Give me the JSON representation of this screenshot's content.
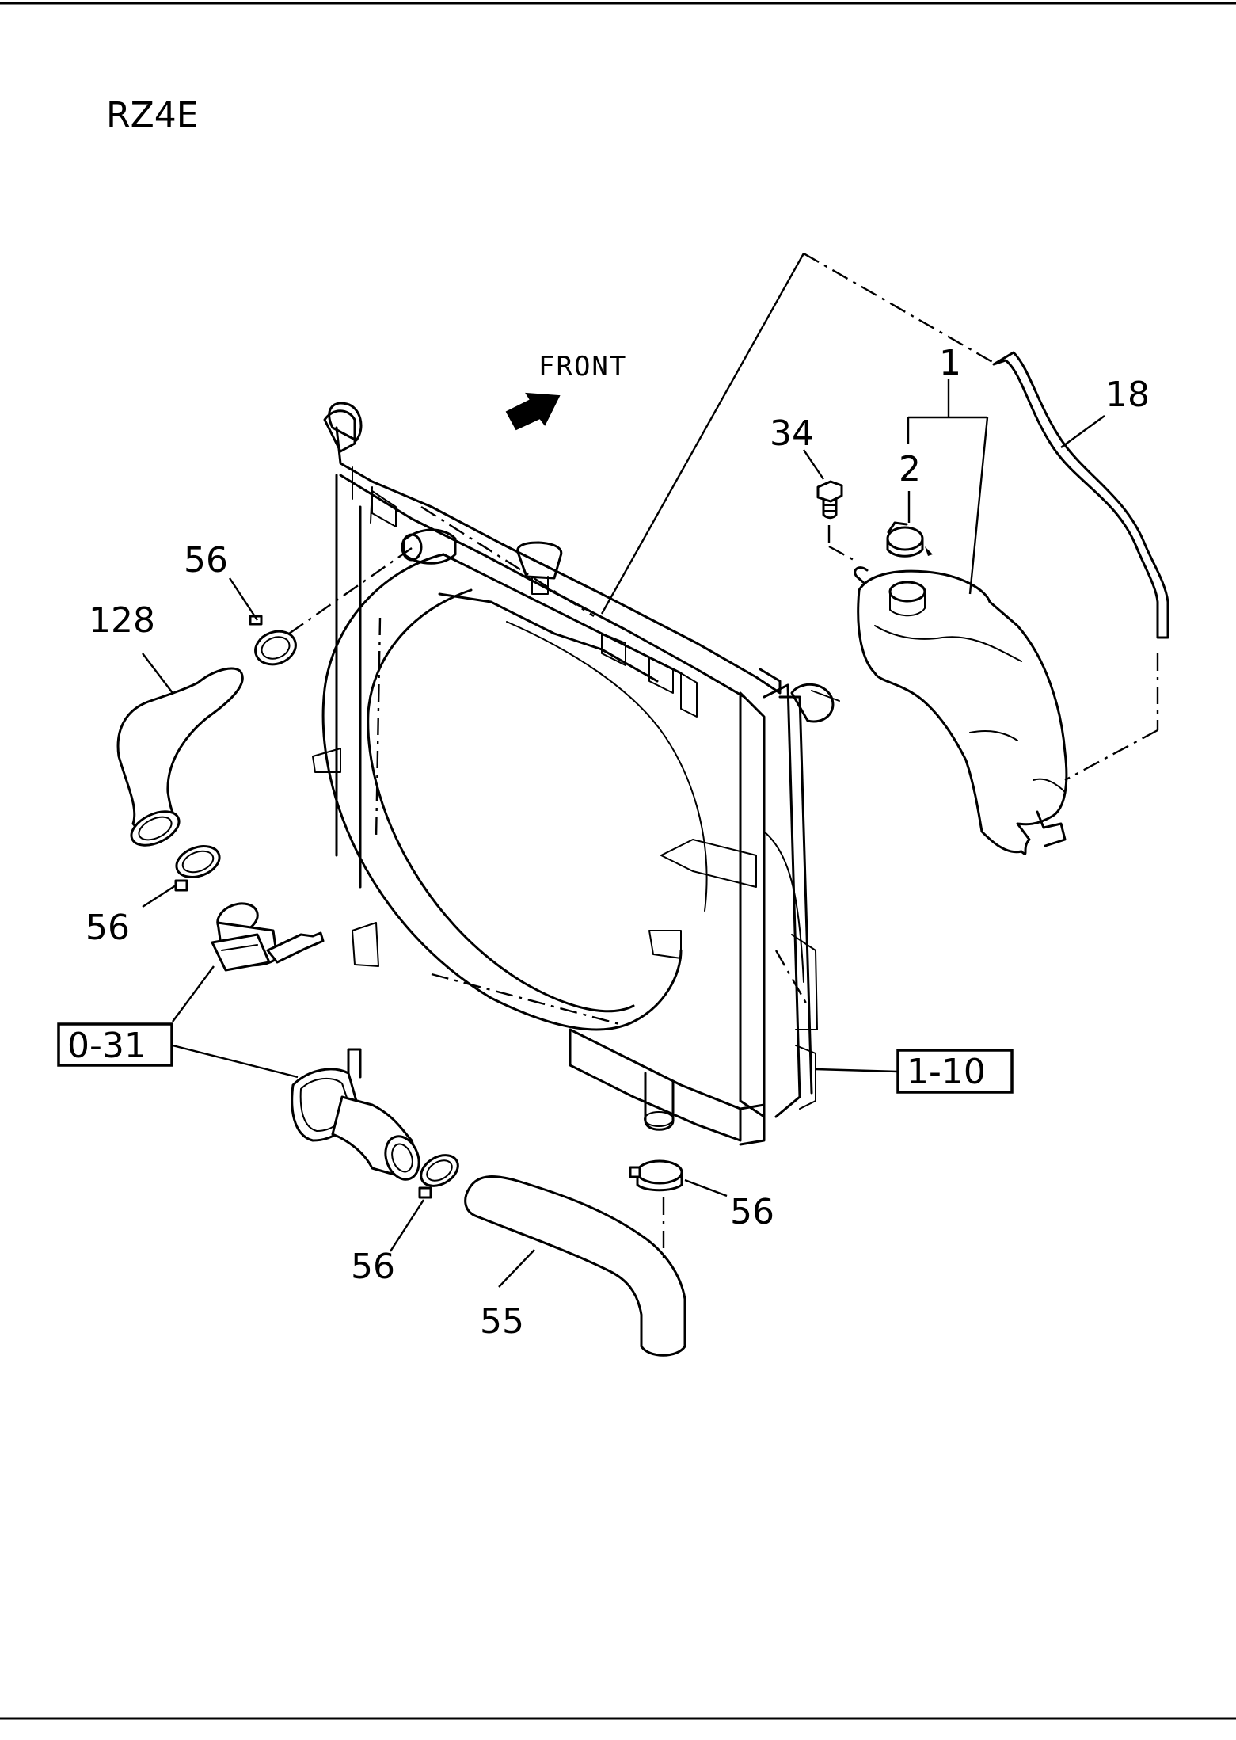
{
  "model_code": "RZ4E",
  "direction_label": "FRONT",
  "callouts": {
    "part_1": "1",
    "part_2": "2",
    "part_18": "18",
    "part_34": "34",
    "part_55": "55",
    "part_56_upper": "56",
    "part_56_left": "56",
    "part_56_bottom_left": "56",
    "part_56_bottom_right": "56",
    "part_128": "128"
  },
  "reference_boxes": {
    "engine_ref": "0-31",
    "radiator_ref": "1-10"
  }
}
